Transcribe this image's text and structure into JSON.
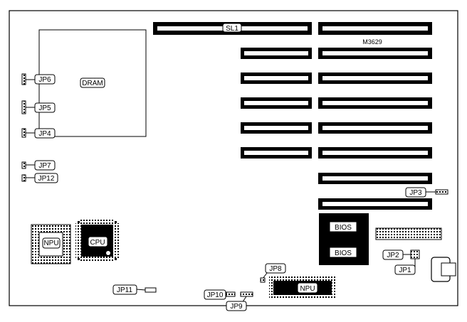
{
  "board": {
    "model_label": "M3629",
    "slot_label": "SL1",
    "dram_label": "DRAM",
    "cpu_label": "CPU",
    "npu_label": "NPU",
    "npu2_label": "NPU",
    "bios_labels": [
      "BIOS",
      "BIOS"
    ]
  },
  "jumpers": {
    "jp1": "JP1",
    "jp2": "JP2",
    "jp3": "JP3",
    "jp4": "JP4",
    "jp5": "JP5",
    "jp6": "JP6",
    "jp7": "JP7",
    "jp8": "JP8",
    "jp9": "JP9",
    "jp10": "JP10",
    "jp11": "JP11",
    "jp12": "JP12"
  }
}
